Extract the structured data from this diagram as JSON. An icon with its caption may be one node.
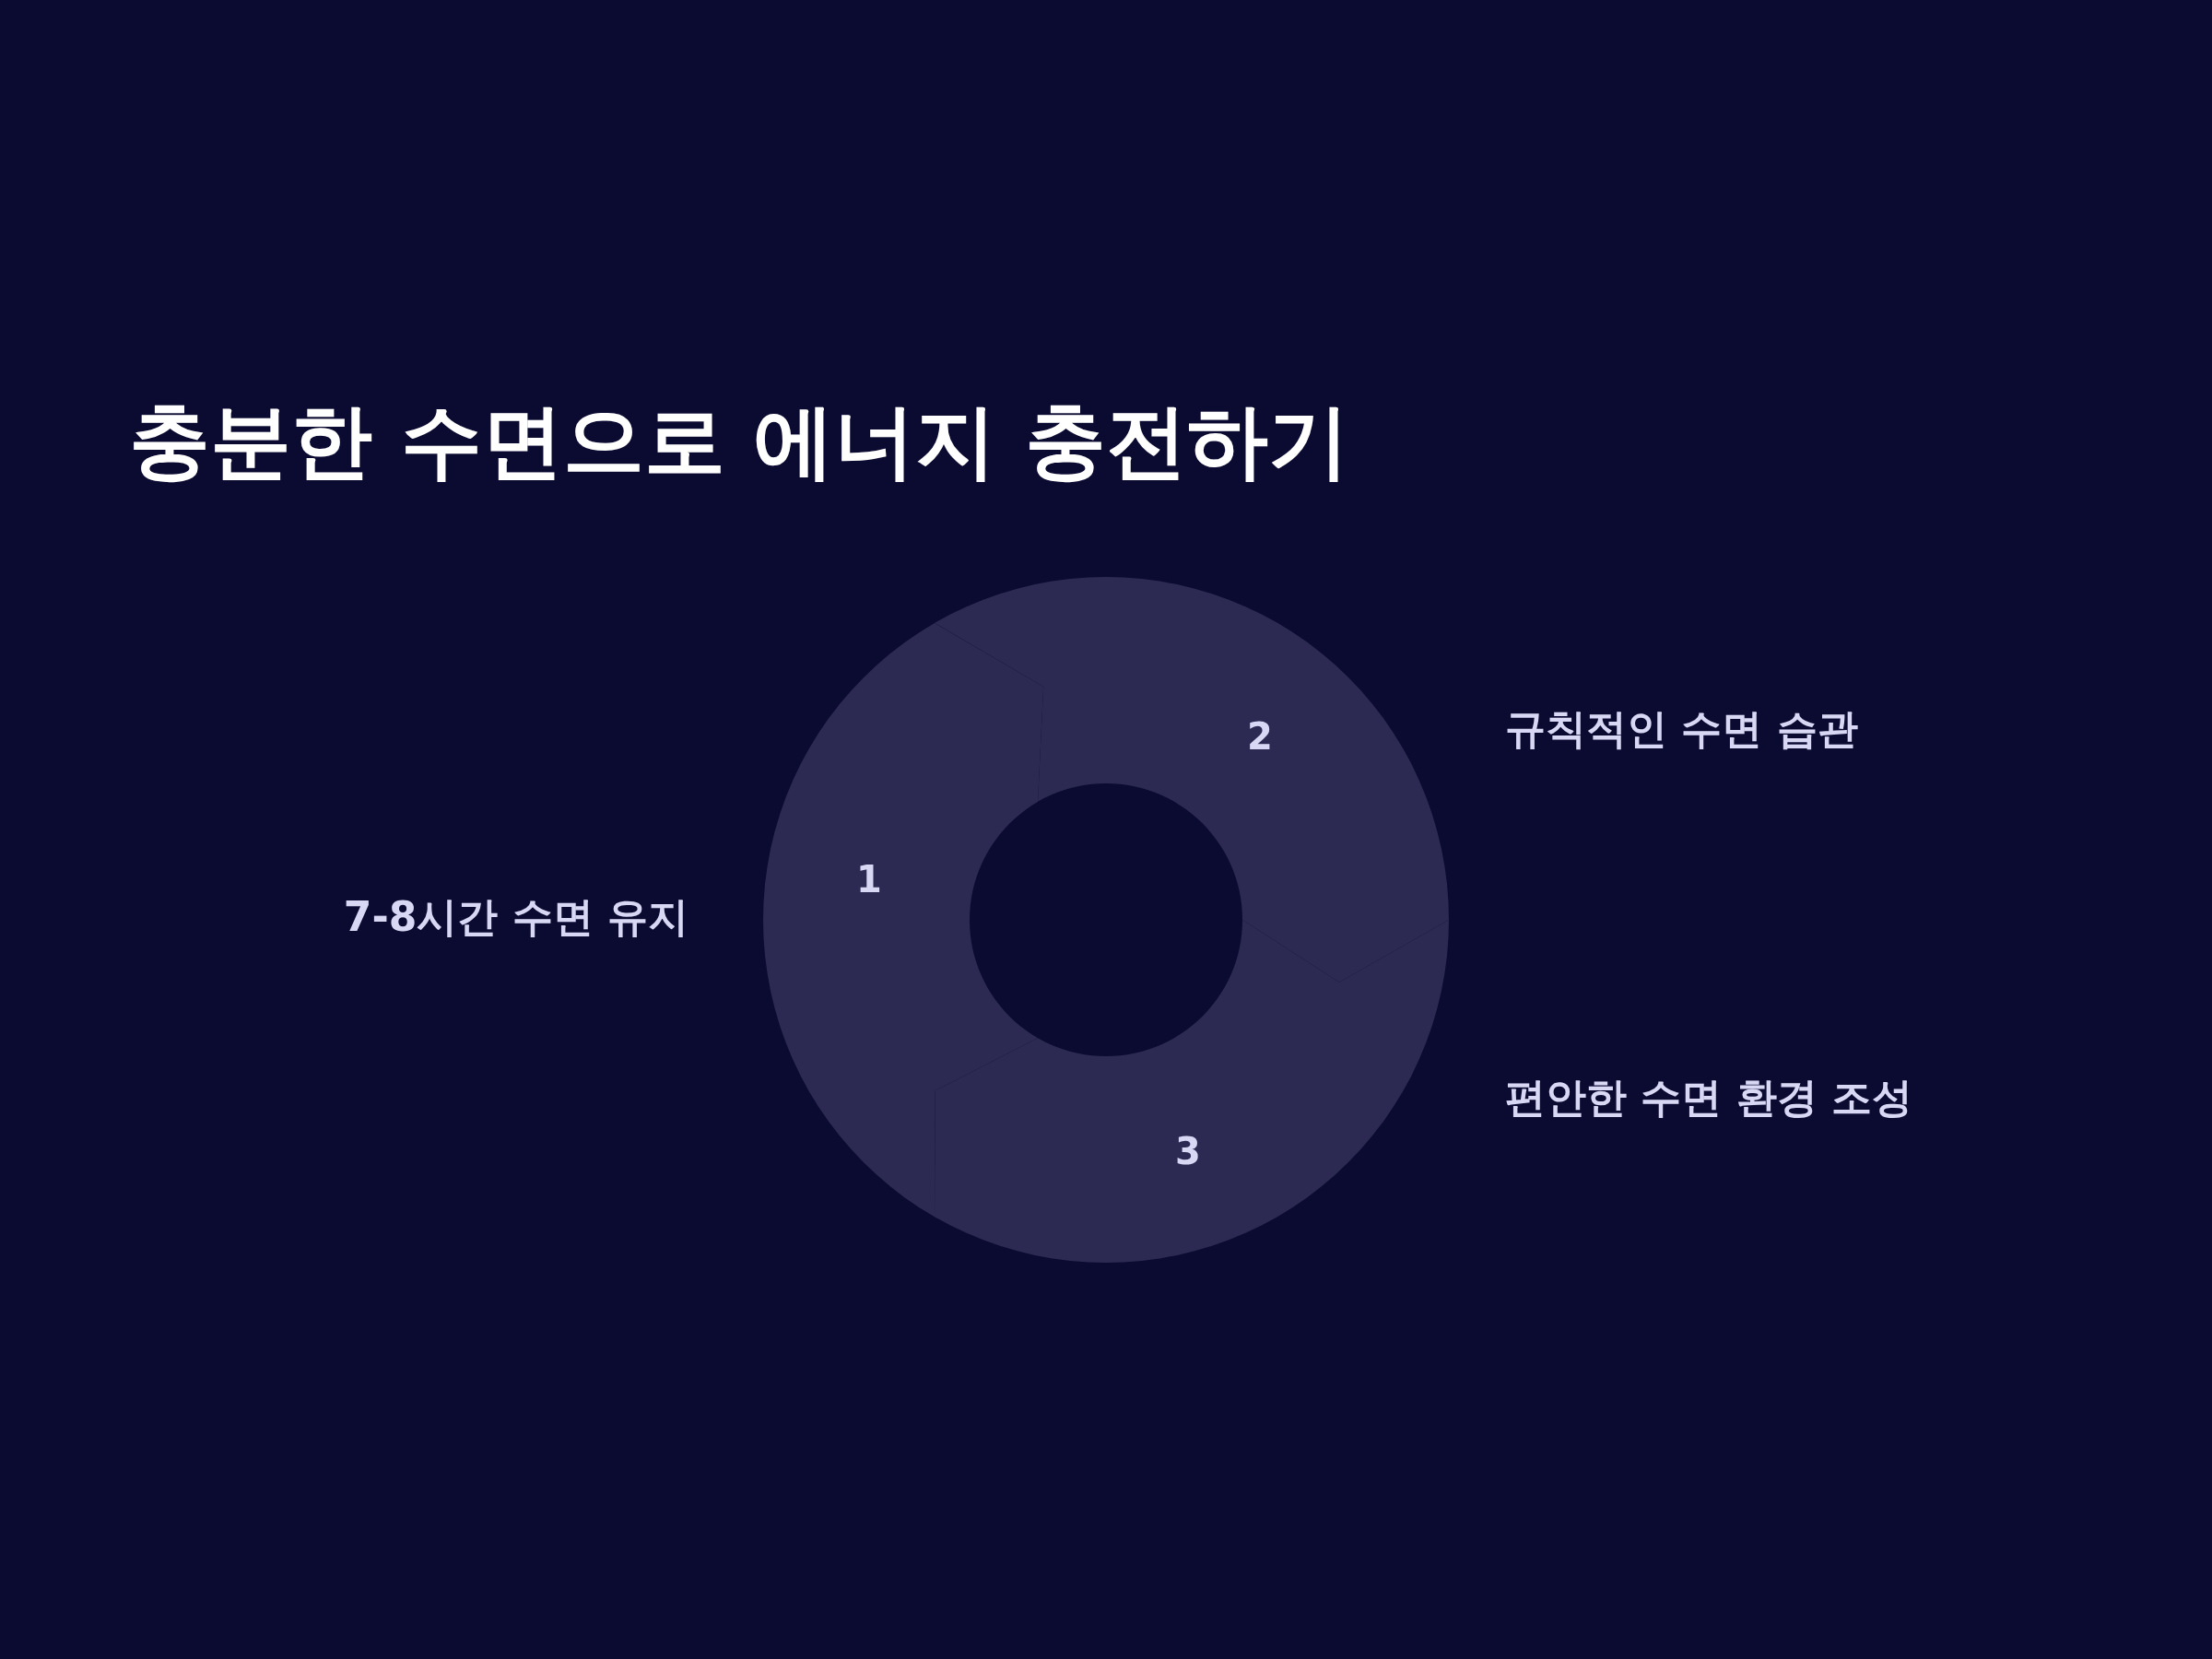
{
  "diagram": {
    "title": "충분한 수면으로 에너지 충전하기",
    "nodes": [
      {
        "text": [
          "1"
        ],
        "beside": [
          "7-8시간 수면 유지"
        ]
      },
      {
        "text": [
          "2"
        ],
        "beside": [
          "규칙적인 수면 습관"
        ]
      },
      {
        "text": [
          "3"
        ],
        "beside": [
          "편안한 수면 환경 조성"
        ]
      }
    ],
    "edges": []
  }
}
